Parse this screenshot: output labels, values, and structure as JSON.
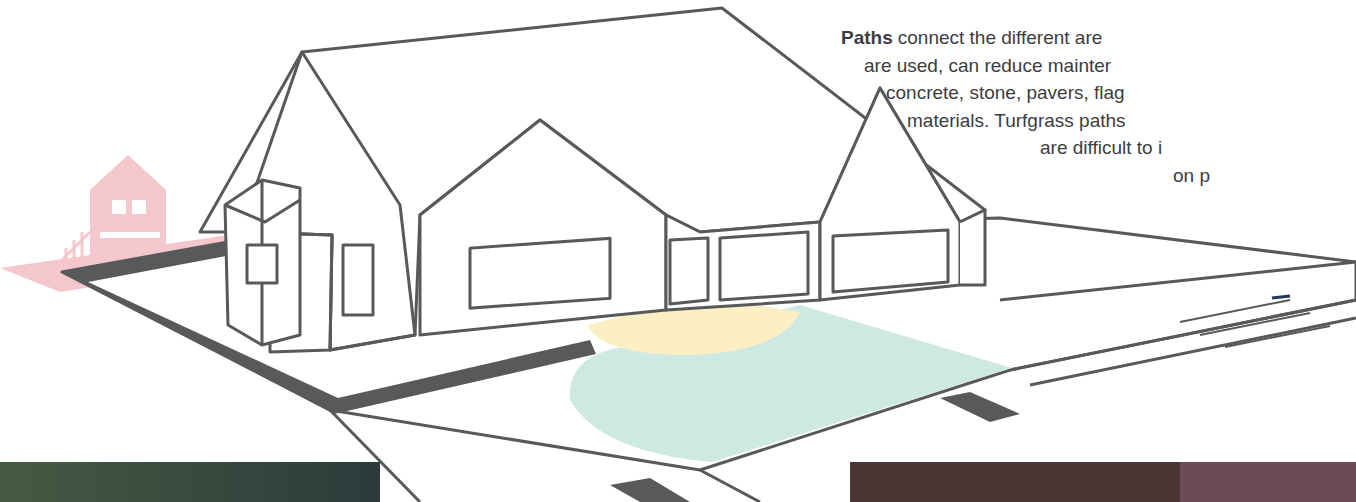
{
  "diagram": {
    "labels": [
      "Paths",
      "connect the different are",
      "are used, can reduce mainter",
      "concrete, stone, pavers, flag",
      "materials. Turfgrass paths",
      "are difficult to i",
      "on p"
    ]
  }
}
